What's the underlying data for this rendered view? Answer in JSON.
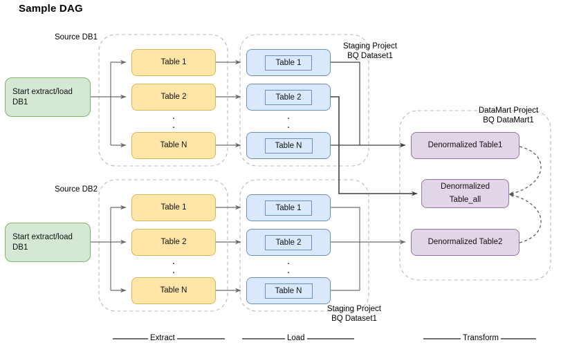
{
  "page": {
    "title": "Sample DAG",
    "bg": "#ffffff"
  },
  "colors": {
    "source_fill": "#d5e8d4",
    "source_stroke": "#82b366",
    "extract_fill": "#ffe6a8",
    "extract_stroke": "#d6b656",
    "load_fill": "#dae8fc",
    "load_stroke": "#6c8ebf",
    "mart_fill": "#e1d5e7",
    "mart_stroke": "#9673a6",
    "connector": "#6d6d6d",
    "container_dash": "#b3b3b3"
  },
  "groups": {
    "source_db1": "Source DB1",
    "source_db2": "Source DB2",
    "staging_top": "Staging Project\nBQ Dataset1",
    "staging_top_line1": "Staging Project",
    "staging_top_line2": "BQ Dataset1",
    "staging_bottom_line1": "Staging Project",
    "staging_bottom_line2": "BQ Dataset1",
    "datamart_line1": "DataMart Project",
    "datamart_line2": "BQ DataMart1"
  },
  "sources": [
    {
      "id": "src1",
      "label_line1": "Start extract/load",
      "label_line2": "DB1"
    },
    {
      "id": "src2",
      "label_line1": "Start extract/load",
      "label_line2": "DB1"
    }
  ],
  "extract_row1": [
    {
      "label": "Table 1"
    },
    {
      "label": "Table 2"
    },
    {
      "label": "Table N"
    }
  ],
  "extract_row2": [
    {
      "label": "Table 1"
    },
    {
      "label": "Table 2"
    },
    {
      "label": "Table N"
    }
  ],
  "load_row1": [
    {
      "label": "Table 1"
    },
    {
      "label": "Table 2"
    },
    {
      "label": "Table N"
    }
  ],
  "load_row2": [
    {
      "label": "Table 1"
    },
    {
      "label": "Table 2"
    },
    {
      "label": "Table N"
    }
  ],
  "datamart": [
    {
      "id": "dt1",
      "label": "Denormalized Table1"
    },
    {
      "id": "dtall",
      "label_line1": "Denormalized",
      "label_line2": "Table_all"
    },
    {
      "id": "dt2",
      "label": "Denormalized Table2"
    }
  ],
  "phases": [
    {
      "id": "extract",
      "label": "Extract"
    },
    {
      "id": "load",
      "label": "Load"
    },
    {
      "id": "transform",
      "label": "Transform"
    }
  ],
  "ellipsis_glyph": "."
}
